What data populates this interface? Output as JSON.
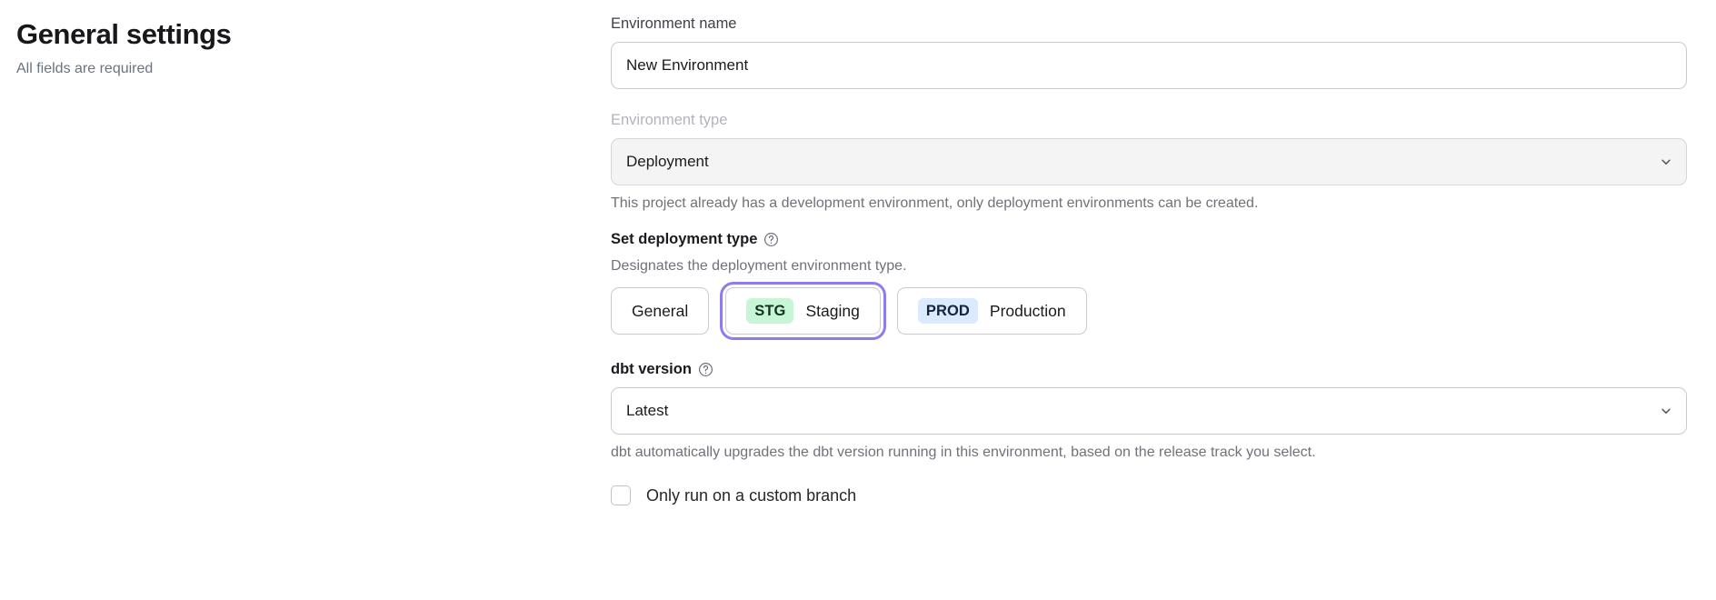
{
  "header": {
    "title": "General settings",
    "subtitle": "All fields are required"
  },
  "form": {
    "environment_name": {
      "label": "Environment name",
      "value": "New Environment",
      "placeholder": "Environment name"
    },
    "environment_type": {
      "label": "Environment type",
      "value": "Deployment",
      "disabled": true,
      "helper": "This project already has a development environment, only deployment environments can be created.",
      "chevron_icon": "chevron-down-icon"
    },
    "deployment_type": {
      "label": "Set deployment type",
      "help_icon": "help-circle-icon",
      "helper": "Designates the deployment environment type.",
      "options": [
        {
          "badge": "",
          "label": "General",
          "selected": false,
          "focused": false
        },
        {
          "badge": "STG",
          "label": "Staging",
          "selected": true,
          "focused": true,
          "badge_color": "#c6f6d5"
        },
        {
          "badge": "PROD",
          "label": "Production",
          "selected": false,
          "focused": false,
          "badge_color": "#dbeafe"
        }
      ],
      "focus_ring_color": "#8b7cf0"
    },
    "dbt_version": {
      "label": "dbt version",
      "help_icon": "help-circle-icon",
      "value": "Latest",
      "helper": "dbt automatically upgrades the dbt version running in this environment, based on the release track you select.",
      "chevron_icon": "chevron-down-icon"
    },
    "custom_branch": {
      "label": "Only run on a custom branch",
      "checked": false
    }
  }
}
